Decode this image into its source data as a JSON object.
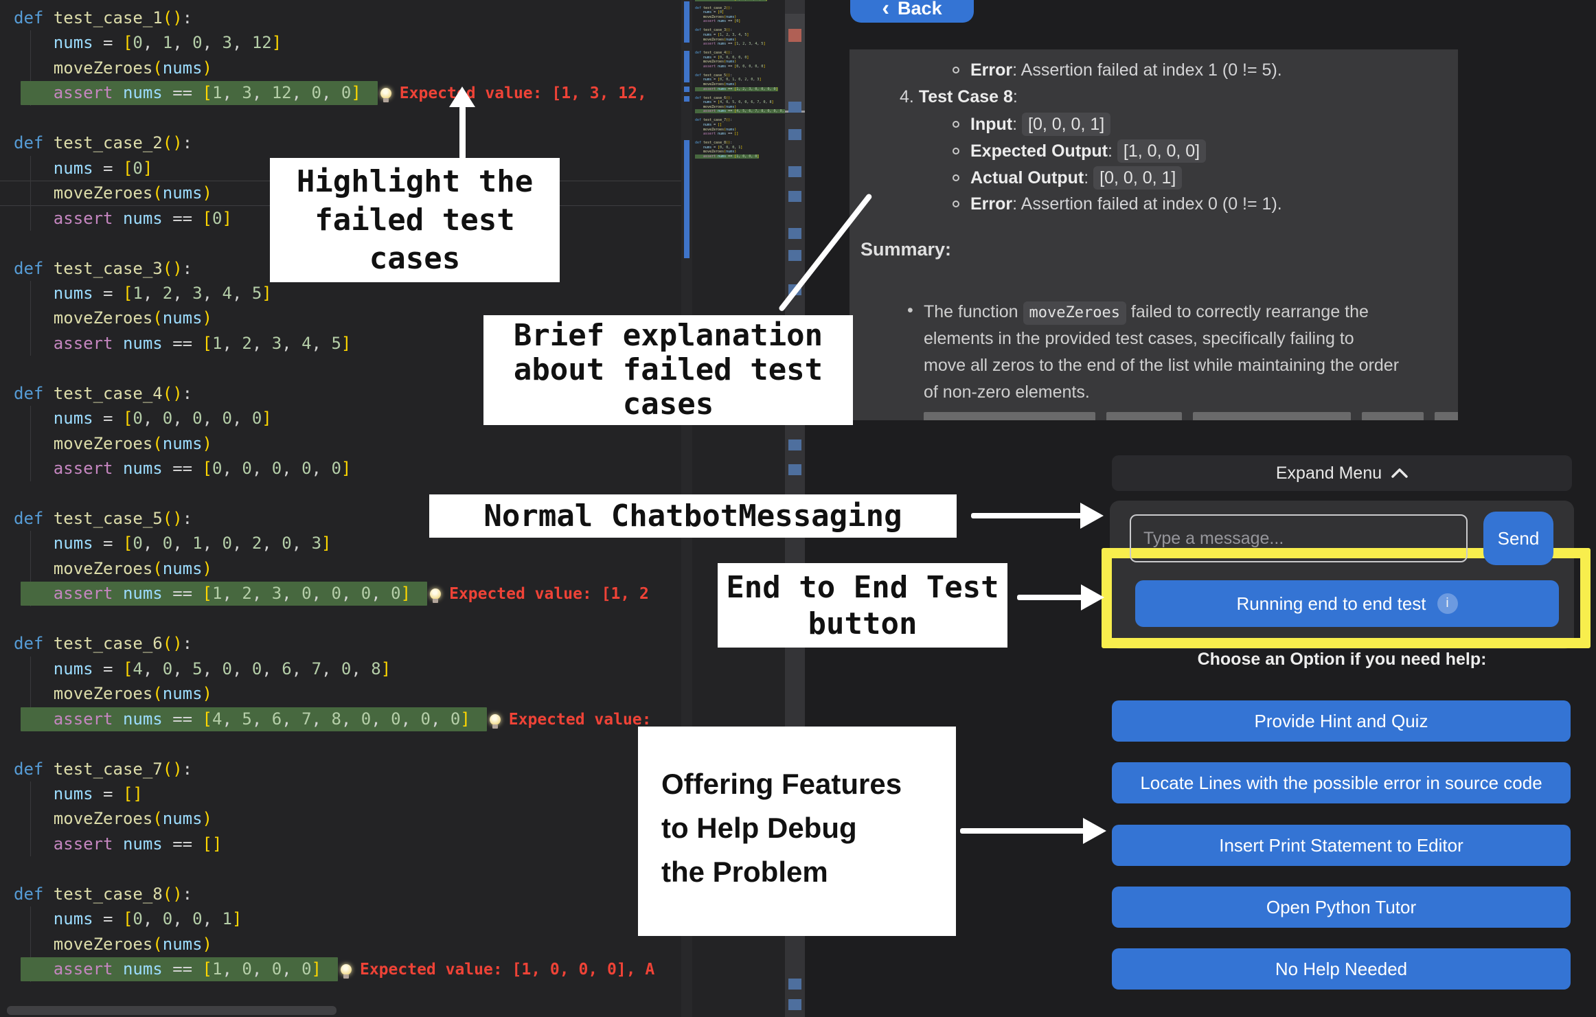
{
  "editor": {
    "fn_name": "moveZeroes",
    "var_name": "nums",
    "keyword": "def",
    "assert_kw": "assert",
    "blocks": [
      {
        "name": "test_case_1",
        "input": [
          0,
          1,
          0,
          3,
          12
        ],
        "expected": [
          1,
          3,
          12,
          0,
          0
        ],
        "highlight": true,
        "hint": "Expected value: [1, 3, 12,"
      },
      {
        "name": "test_case_2",
        "input": [
          0
        ],
        "expected": [
          0
        ],
        "highlight": false,
        "cursor": true
      },
      {
        "name": "test_case_3",
        "input": [
          1,
          2,
          3,
          4,
          5
        ],
        "expected": [
          1,
          2,
          3,
          4,
          5
        ],
        "highlight": false
      },
      {
        "name": "test_case_4",
        "input": [
          0,
          0,
          0,
          0,
          0
        ],
        "expected": [
          0,
          0,
          0,
          0,
          0
        ],
        "highlight": false
      },
      {
        "name": "test_case_5",
        "input": [
          0,
          0,
          1,
          0,
          2,
          0,
          3
        ],
        "expected": [
          1,
          2,
          3,
          0,
          0,
          0,
          0
        ],
        "highlight": true,
        "hint": "Expected value: [1, 2"
      },
      {
        "name": "test_case_6",
        "input": [
          4,
          0,
          5,
          0,
          0,
          6,
          7,
          0,
          8
        ],
        "expected": [
          4,
          5,
          6,
          7,
          8,
          0,
          0,
          0,
          0
        ],
        "highlight": true,
        "hint": "Expected value:"
      },
      {
        "name": "test_case_7",
        "input": [],
        "expected": [],
        "highlight": false
      },
      {
        "name": "test_case_8",
        "input": [
          0,
          0,
          0,
          1
        ],
        "expected": [
          1,
          0,
          0,
          0
        ],
        "highlight": true,
        "hint": "Expected value: [1, 0, 0, 0], A"
      }
    ]
  },
  "back_button": {
    "chevron": "‹",
    "label": "Back"
  },
  "results_panel": {
    "prev_item": {
      "label": "Error",
      "text": "Assertion failed at index 1 (0 != 5)."
    },
    "case_number": "4.",
    "case_title": "Test Case 8",
    "case_suffix": ":",
    "fields": [
      {
        "label": "Input",
        "value": "[0, 0, 0, 1]",
        "chip": true
      },
      {
        "label": "Expected Output",
        "value": "[1, 0, 0, 0]",
        "chip": true
      },
      {
        "label": "Actual Output",
        "value": "[0, 0, 0, 1]",
        "chip": true
      },
      {
        "label": "Error",
        "value": "Assertion failed at index 0 (0 != 1).",
        "chip": false
      }
    ],
    "summary_title": "Summary:",
    "summary_lines": [
      {
        "pre": "The function ",
        "code": "moveZeroes",
        "post": " failed to correctly rearrange the"
      },
      {
        "text": "elements in the provided test cases, specifically failing to"
      },
      {
        "text": "move all zeros to the end of the list while maintaining the order"
      },
      {
        "text": "of non-zero elements."
      }
    ]
  },
  "chat": {
    "expand_menu_label": "Expand Menu",
    "input_placeholder": "Type a message...",
    "send_label": "Send",
    "running_label": "Running end to end test",
    "info_badge": "i",
    "choose_label": "Choose an Option if you need help:",
    "help_buttons": [
      "Provide Hint and Quiz",
      "Locate Lines with the possible error in source code",
      "Insert Print Statement to Editor",
      "Open Python Tutor",
      "No Help Needed"
    ]
  },
  "annotations": {
    "highlight_box": [
      "Highlight the",
      "failed test",
      "cases"
    ],
    "brief_box": [
      "Brief explanation",
      "about failed test",
      "cases"
    ],
    "normal_box": [
      "Normal ChatbotMessaging"
    ],
    "e2e_box": [
      "End to End Test",
      "button"
    ],
    "offering_box": [
      "Offering Features",
      "to Help Debug",
      "the Problem"
    ]
  },
  "colors": {
    "accent_blue": "#3474d4",
    "highlight_yellow": "#f8ee4d",
    "fail_red": "#ef4337",
    "pass_green": "#47683f"
  }
}
